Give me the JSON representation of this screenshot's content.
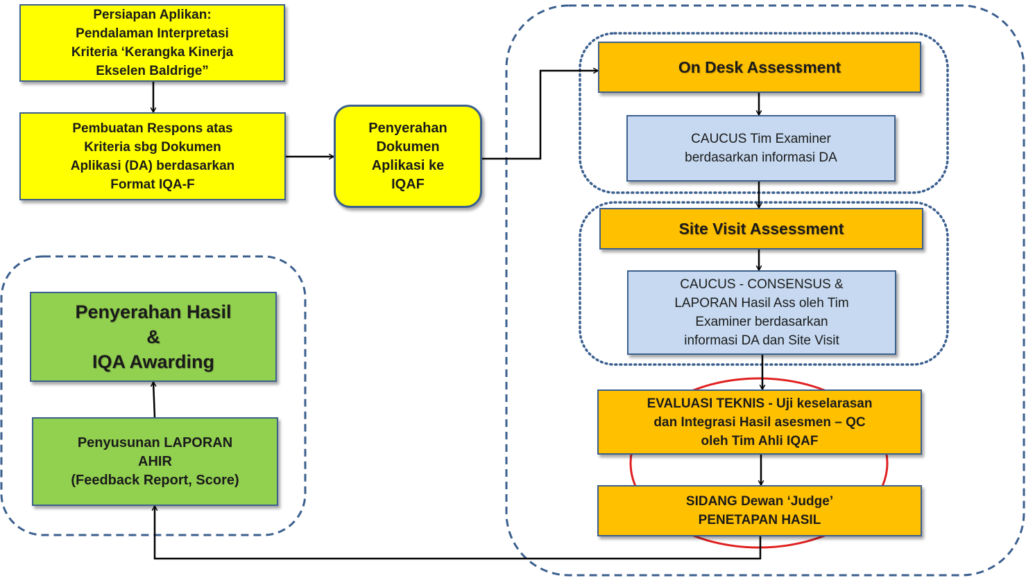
{
  "boxes": {
    "persiapan": {
      "lines": [
        "Persiapan Aplikan:",
        "Pendalaman  Interpretasi",
        "Kriteria ‘Kerangka Kinerja",
        "Ekselen Baldrige”"
      ]
    },
    "pembuatan": {
      "lines": [
        "Pembuatan Respons atas",
        "Kriteria sbg Dokumen",
        "Aplikasi (DA) berdasarkan",
        "Format IQA-F"
      ]
    },
    "penyerahan_dokumen": {
      "lines": [
        "Penyerahan",
        "Dokumen",
        "Aplikasi ke",
        "IQAF"
      ]
    },
    "on_desk": {
      "lines": [
        "On Desk Assessment"
      ]
    },
    "caucus_da": {
      "lines": [
        "CAUCUS Tim Examiner",
        "berdasarkan informasi DA"
      ]
    },
    "site_visit": {
      "lines": [
        "Site Visit Assessment"
      ]
    },
    "caucus_consensus": {
      "lines": [
        "CAUCUS - CONSENSUS &",
        "LAPORAN Hasil Ass oleh Tim",
        "Examiner berdasarkan",
        "informasi DA dan Site Visit"
      ]
    },
    "evaluasi": {
      "lines": [
        "EVALUASI TEKNIS - Uji keselarasan",
        "dan Integrasi  Hasil asesmen – QC",
        "oleh Tim Ahli IQAF"
      ]
    },
    "sidang": {
      "lines": [
        "SIDANG Dewan ‘Judge’",
        "PENETAPAN  HASIL"
      ]
    },
    "penyerahan_hasil": {
      "lines": [
        "Penyerahan Hasil",
        "&",
        "IQA Awarding"
      ]
    },
    "penyusunan": {
      "lines": [
        "Penyusunan LAPORAN",
        "AHIR",
        "(Feedback Report, Score)"
      ]
    }
  },
  "colors": {
    "yellow": "#ffff00",
    "orange": "#ffc000",
    "light_blue": "#c6d9f0",
    "green": "#92d050",
    "border": "#3b5f8e",
    "dashed_group": "#3b5f8e",
    "dotted_group": "#3b5f8e",
    "ellipse": "#e02020",
    "arrow": "#000000"
  }
}
